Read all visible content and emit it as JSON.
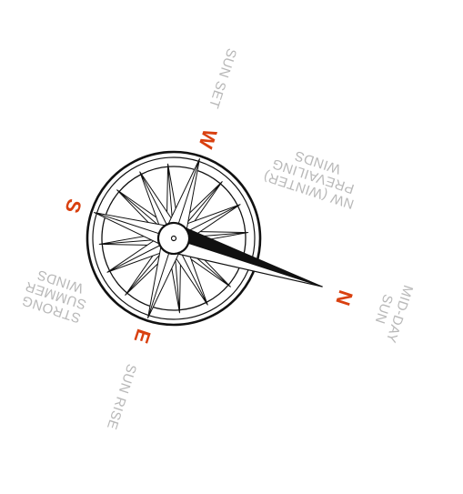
{
  "compass": {
    "letters": {
      "n": "N",
      "s": "S",
      "e": "E",
      "w": "W"
    },
    "notes": {
      "sun_set": "SUN SET",
      "sun_rise": "SUN RISE",
      "mid_day": [
        "MID-DAY",
        "SUN"
      ],
      "prevailing": [
        "NW (WINTER)",
        "PREVAILING",
        "WINDS"
      ],
      "strong": [
        "STRONG",
        "SUMMER",
        "WINDS"
      ]
    },
    "colors": {
      "cardinal": "#d9400f",
      "note": "#b8b8b8",
      "ink": "#111111"
    }
  }
}
